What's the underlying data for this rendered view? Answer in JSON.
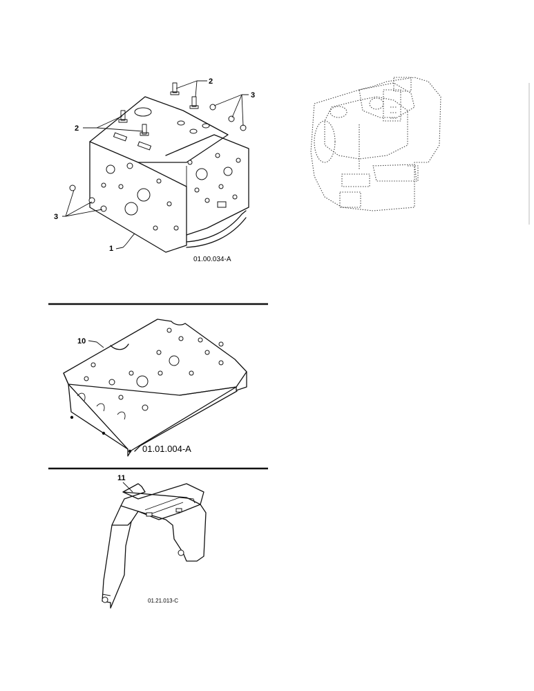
{
  "figures": [
    {
      "id": "frame",
      "callouts": [
        "1",
        "2",
        "2",
        "3",
        "3"
      ],
      "code": "01.00.034-A"
    },
    {
      "id": "plate",
      "callouts": [
        "10"
      ],
      "code": "01.01.004-A"
    },
    {
      "id": "bracket",
      "callouts": [
        "11"
      ],
      "code": "01.21.013-C"
    }
  ],
  "colors": {
    "ink": "#111111",
    "paper": "#ffffff",
    "phantom": "#444444"
  }
}
